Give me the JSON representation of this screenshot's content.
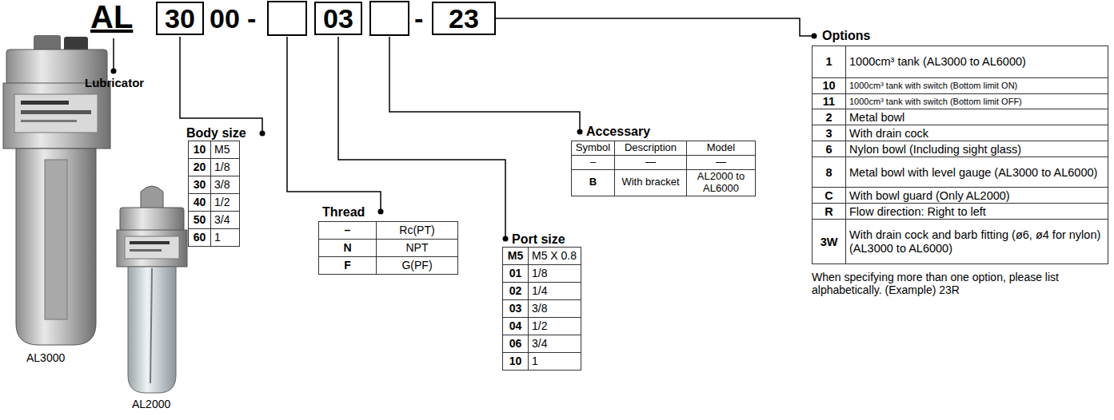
{
  "diagram": {
    "nodes": [
      {
        "text": [
          "30"
        ]
      },
      {
        "text": [
          "03"
        ]
      },
      {
        "text": [
          "23"
        ]
      }
    ],
    "labels": [
      "AL",
      "00",
      "-",
      "-",
      "Lubricator",
      "Body size",
      "10",
      "M5",
      "20",
      "1/8",
      "30",
      "3/8",
      "40",
      "1/2",
      "50",
      "3/4",
      "60",
      "1",
      "Thread",
      "–",
      "Rc(PT)",
      "N",
      "NPT",
      "F",
      "G(PF)",
      "Port size",
      "M5",
      "M5 X 0.8",
      "01",
      "1/8",
      "02",
      "1/4",
      "03",
      "3/8",
      "04",
      "1/2",
      "06",
      "3/4",
      "10",
      "1",
      "Accessary",
      "Symbol",
      "Description",
      "Model",
      "–",
      "—",
      "—",
      "B",
      "With bracket",
      "AL2000 to AL6000",
      "Options",
      "1",
      "1000cm³ tank (AL3000 to AL6000)",
      "10",
      "1000cm³ tank with switch (Bottom limit ON)",
      "11",
      "1000cm³ tank with switch (Bottom limit OFF)",
      "2",
      "Metal bowl",
      "3",
      "With drain cock",
      "6",
      "Nylon bowl (Including sight glass)",
      "8",
      "Metal bowl with level gauge (AL3000 to AL6000)",
      "C",
      "With bowl guard (Only AL2000)",
      "R",
      "Flow direction: Right to left",
      "3W",
      "With drain cock and barb fitting (ø6, ø4 for nylon) (AL3000 to AL6000)",
      "When specifying more than one option, please list alphabetically. (Example) 23R",
      "AL3000",
      "AL2000"
    ]
  }
}
